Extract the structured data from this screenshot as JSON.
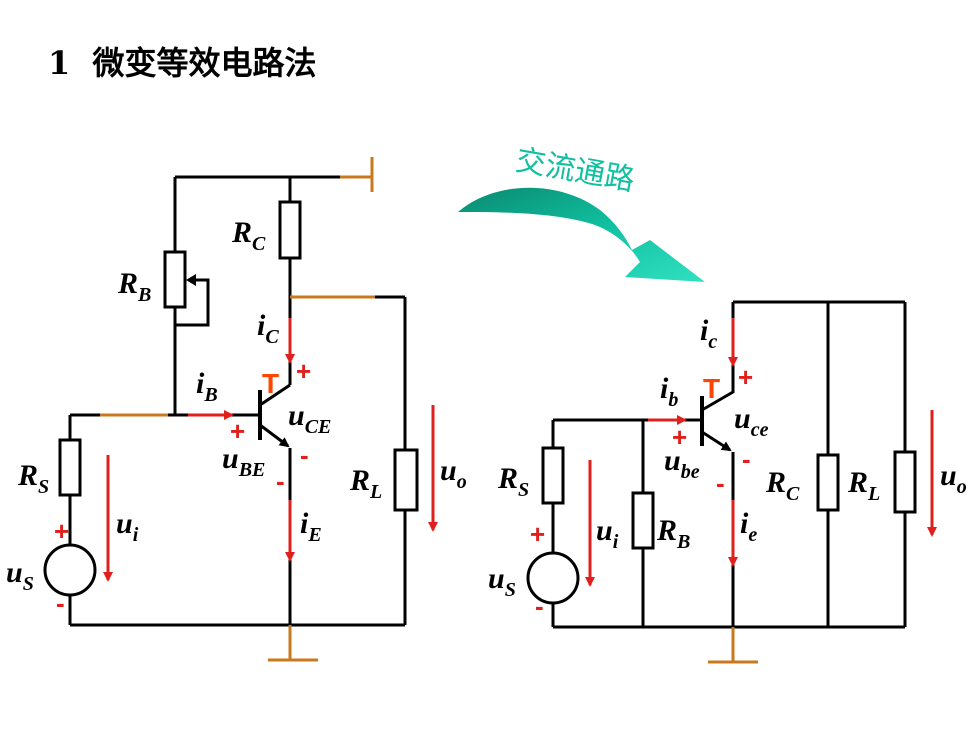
{
  "title": {
    "number": "1",
    "text": "微变等效电路法"
  },
  "transition_label": "交流通路",
  "left_circuit": {
    "RC": {
      "main": "R",
      "sub": "C"
    },
    "RB": {
      "main": "R",
      "sub": "B"
    },
    "RS": {
      "main": "R",
      "sub": "S"
    },
    "RL": {
      "main": "R",
      "sub": "L"
    },
    "iC": {
      "main": "i",
      "sub": "C"
    },
    "iB": {
      "main": "i",
      "sub": "B"
    },
    "iE": {
      "main": "i",
      "sub": "E"
    },
    "uCE": {
      "main": "u",
      "sub": "CE"
    },
    "uBE": {
      "main": "u",
      "sub": "BE"
    },
    "ui": {
      "main": "u",
      "sub": "i"
    },
    "uo": {
      "main": "u",
      "sub": "o"
    },
    "uS": {
      "main": "u",
      "sub": "S"
    },
    "transistor": "T",
    "plus": "+",
    "minus": "-"
  },
  "right_circuit": {
    "RS": {
      "main": "R",
      "sub": "S"
    },
    "RB": {
      "main": "R",
      "sub": "B"
    },
    "RC": {
      "main": "R",
      "sub": "C"
    },
    "RL": {
      "main": "R",
      "sub": "L"
    },
    "ic": {
      "main": "i",
      "sub": "c"
    },
    "ib": {
      "main": "i",
      "sub": "b"
    },
    "ie": {
      "main": "i",
      "sub": "e"
    },
    "uce": {
      "main": "u",
      "sub": "ce"
    },
    "ube": {
      "main": "u",
      "sub": "be"
    },
    "ui": {
      "main": "u",
      "sub": "i"
    },
    "uo": {
      "main": "u",
      "sub": "o"
    },
    "uS": {
      "main": "u",
      "sub": "S"
    },
    "transistor": "T",
    "plus": "+",
    "minus": "-"
  },
  "colors": {
    "wire": "#000000",
    "orange_wire": "#c8781e",
    "arrow_red": "#e0201c",
    "sign_red": "#e0201c",
    "transistor_T": "#ff4500",
    "curved_arrow": "#10c0a0",
    "curved_arrow_dark": "#0a8870",
    "transition_text": "#ffffff"
  }
}
